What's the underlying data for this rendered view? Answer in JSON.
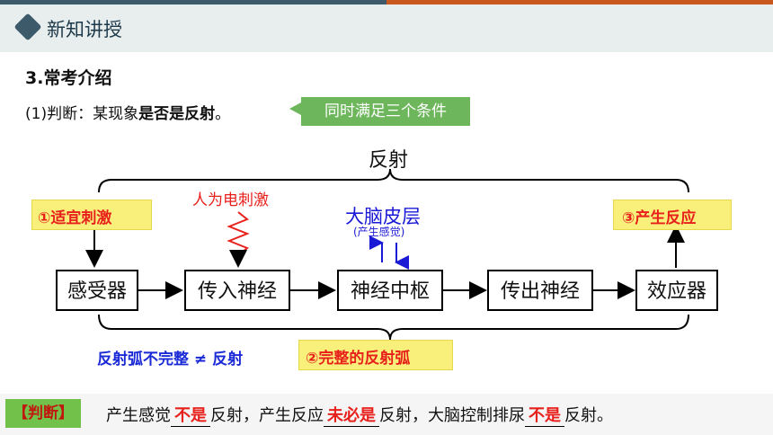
{
  "header": {
    "title": "新知讲授"
  },
  "section": {
    "title": "3.常考介绍"
  },
  "question": {
    "prefix": "(1)判断：某现象",
    "bold": "是否是反射",
    "suffix": "。",
    "callout": "同时满足三个条件"
  },
  "diagram": {
    "top_label": "反射",
    "boxes": [
      "感受器",
      "传入神经",
      "神经中枢",
      "传出神经",
      "效应器"
    ],
    "condition1": "①适宜刺激",
    "condition3": "③产生反应",
    "stimulus_note": "人为电刺激",
    "cortex": "大脑皮层",
    "cortex_sub": "(产生感觉)",
    "incomplete": "反射弧不完整 ≠ 反射",
    "condition2": "②完整的反射弧"
  },
  "judgement": {
    "label": "【判断】",
    "p1": "产生感觉",
    "a1": "不是",
    "p2": "反射，产生反应",
    "a2": "未必是",
    "p3": "反射，大脑控制排尿",
    "a3": "不是",
    "p4": "反射。"
  },
  "colors": {
    "accent": "#3d5a6b",
    "green": "#6db65b",
    "red": "#e8201b",
    "blue": "#1a1ad6",
    "orange": "#c8581e"
  }
}
